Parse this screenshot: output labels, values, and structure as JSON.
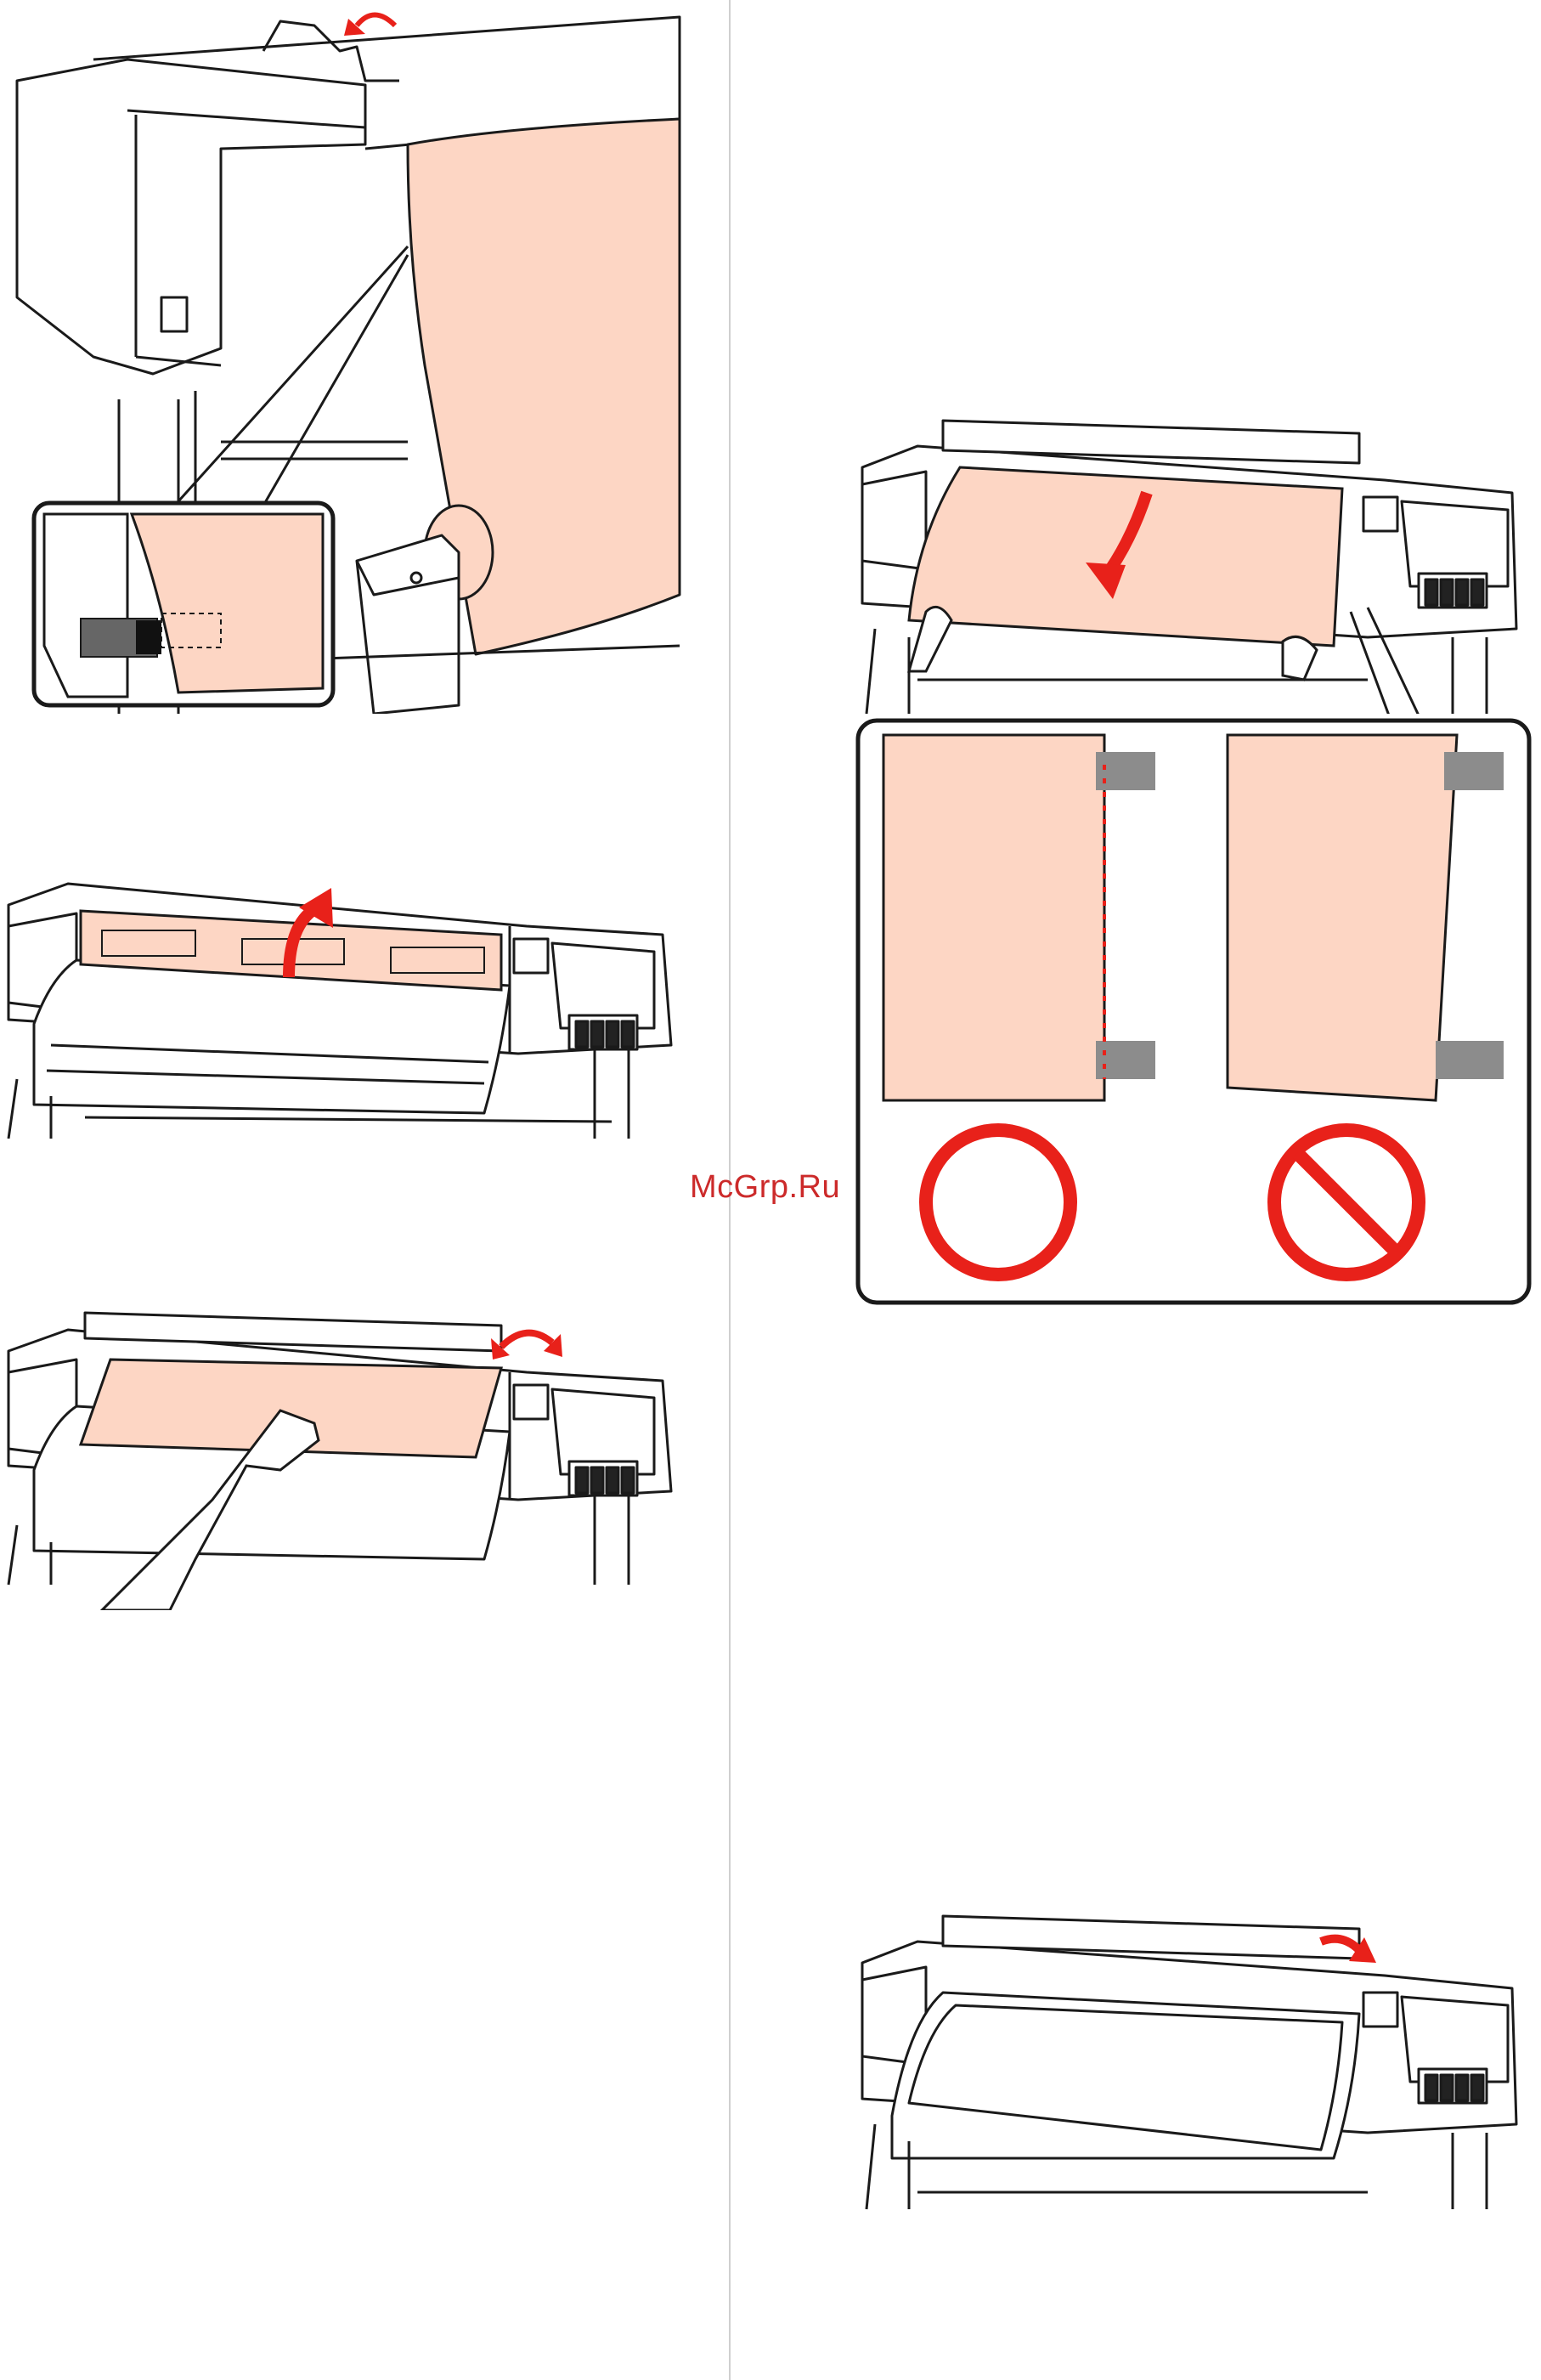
{
  "watermark": {
    "text": "McGrp.Ru"
  },
  "figures": [
    {
      "name": "paper-sensor-closeup",
      "caption": ""
    },
    {
      "name": "lift-front-cover",
      "caption": ""
    },
    {
      "name": "smooth-media",
      "caption": ""
    },
    {
      "name": "pull-media-down",
      "caption": ""
    },
    {
      "name": "media-edge-alignment",
      "correct_icon": "circle-ok-icon",
      "incorrect_icon": "prohibited-icon"
    },
    {
      "name": "lower-load-lever",
      "caption": ""
    }
  ],
  "colors": {
    "media": "#fdd6c4",
    "arrow": "#e8211a",
    "line": "#1a1a1a",
    "gray": "#888888"
  }
}
